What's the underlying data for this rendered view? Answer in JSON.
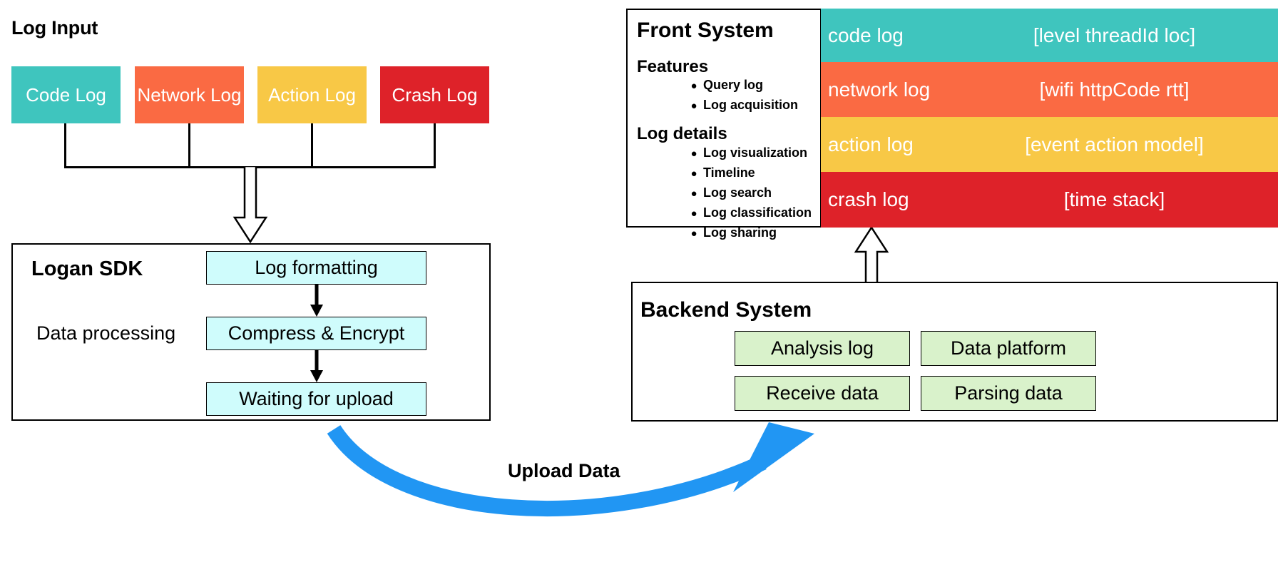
{
  "diagram": {
    "title_left": "Log Input",
    "upload_label": "Upload Data"
  },
  "log_inputs": [
    {
      "label": "Code Log",
      "color": "#3FC5BE"
    },
    {
      "label": "Network Log",
      "color": "#FA6A43"
    },
    {
      "label": "Action Log",
      "color": "#F8C846"
    },
    {
      "label": "Crash Log",
      "color": "#DE2229"
    }
  ],
  "sdk": {
    "title": "Logan SDK",
    "subtitle": "Data processing",
    "steps": [
      {
        "label": "Log formatting"
      },
      {
        "label": "Compress & Encrypt"
      },
      {
        "label": "Waiting for upload"
      }
    ]
  },
  "front_system": {
    "title": "Front System",
    "sections": [
      {
        "heading": "Features",
        "items": [
          "Query log",
          "Log acquisition"
        ]
      },
      {
        "heading": "Log details",
        "items": [
          "Log visualization",
          "Timeline",
          "Log search",
          "Log classification",
          "Log sharing"
        ]
      }
    ],
    "log_types": [
      {
        "name": "code log",
        "fields": "[level threadId loc]",
        "color": "#3FC5BE"
      },
      {
        "name": "network log",
        "fields": "[wifi httpCode rtt]",
        "color": "#FA6A43"
      },
      {
        "name": "action log",
        "fields": "[event action model]",
        "color": "#F8C846"
      },
      {
        "name": "crash log",
        "fields": "[time stack]",
        "color": "#DE2229"
      }
    ]
  },
  "backend_system": {
    "title": "Backend System",
    "boxes": [
      "Analysis log",
      "Data platform",
      "Receive data",
      "Parsing data"
    ]
  },
  "colors": {
    "teal": "#3FC5BE",
    "orange": "#FA6A43",
    "yellow": "#F8C846",
    "red": "#DE2229",
    "cyan_box": "#CFFCFC",
    "green_box": "#D9F2CB",
    "arrow_blue": "#2196F3",
    "stroke": "#000000"
  }
}
